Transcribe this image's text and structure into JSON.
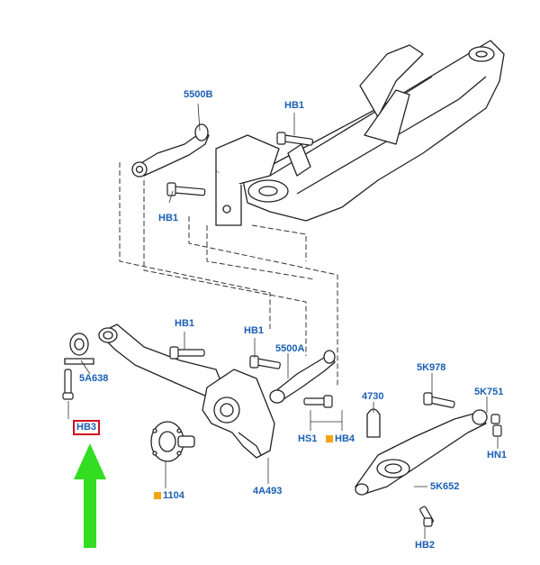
{
  "colors": {
    "label": "#1a5fb4",
    "highlight_box": "#d0101f",
    "arrow": "#33dd22",
    "marker": "#f2a413",
    "line": "#222222",
    "part_fill": "#ffffff"
  },
  "labels": {
    "p5500b": "5500B",
    "hb1_top": "HB1",
    "hb1_left": "HB1",
    "hb1_mid": "HB1",
    "hb1_right": "HB1",
    "p5a638": "5A638",
    "hb3": "HB3",
    "p5500a": "5500A",
    "p4730": "4730",
    "p5k978": "5K978",
    "p5k751": "5K751",
    "hs1": "HS1",
    "hb4": "HB4",
    "hn1": "HN1",
    "p1104": "1104",
    "p4a493": "4A493",
    "p5k652": "5K652",
    "hb2": "HB2"
  },
  "markers": {
    "hb4": "orange-square-icon",
    "p1104": "orange-square-icon"
  },
  "highlight": {
    "target": "HB3",
    "pointer": "green-arrow-up"
  }
}
